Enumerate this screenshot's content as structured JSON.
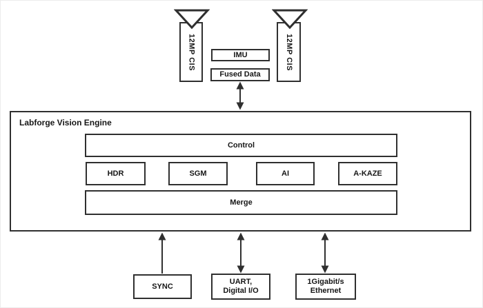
{
  "diagram": {
    "left_camera": {
      "label": "12MP CIS"
    },
    "right_camera": {
      "label": "12MP CIS"
    },
    "imu": {
      "label": "IMU"
    },
    "fused_data": {
      "label": "Fused Data"
    },
    "engine": {
      "title": "Labforge Vision Engine",
      "control": "Control",
      "modules": [
        "HDR",
        "SGM",
        "AI",
        "A-KAZE"
      ],
      "merge": "Merge"
    },
    "io": {
      "sync": "SYNC",
      "uart_line1": "UART,",
      "uart_line2": "Digital I/O",
      "ethernet_line1": "1Gigabit/s",
      "ethernet_line2": "Ethernet"
    },
    "colors": {
      "stroke": "#2f2f2f",
      "box_fill": "#ffffff",
      "text": "#161616"
    }
  }
}
